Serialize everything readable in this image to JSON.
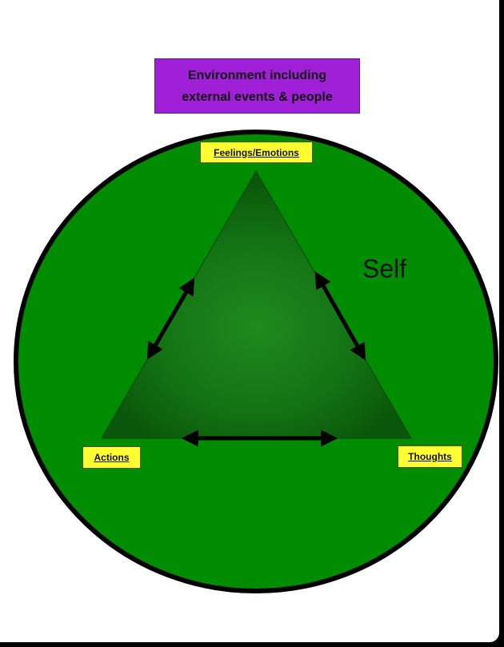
{
  "environment": {
    "line1": "Environment including",
    "line2": "external events & people"
  },
  "self_label": "Self",
  "nodes": {
    "feelings": "Feelings/Emotions",
    "actions": "Actions",
    "thoughts": "Thoughts"
  },
  "colors": {
    "environment_box": "#a020d8",
    "self_circle": "#008c00",
    "triangle": "#0f6a0f",
    "label_box": "#ffff33",
    "arrow": "#000000"
  },
  "connections": [
    {
      "from": "Feelings/Emotions",
      "to": "Actions",
      "direction": "bidirectional"
    },
    {
      "from": "Feelings/Emotions",
      "to": "Thoughts",
      "direction": "bidirectional"
    },
    {
      "from": "Actions",
      "to": "Thoughts",
      "direction": "bidirectional"
    }
  ]
}
